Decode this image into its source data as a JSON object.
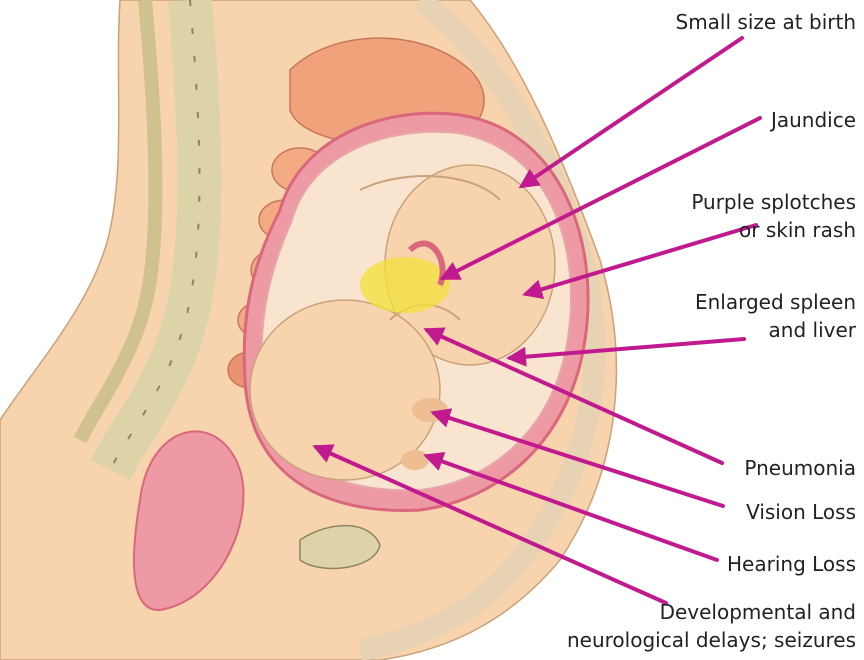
{
  "diagram": {
    "colors": {
      "arrow": "#c11a8e",
      "skin": "#f7d3ae",
      "skin_dark": "#eebd92",
      "uterus": "#ee9aa5",
      "uterus_dark": "#d9687c",
      "spine_bone": "#ddd3a8",
      "organ": "#f3a982",
      "highlight": "#f3e23a"
    },
    "labels": [
      {
        "id": "small-size",
        "lines": [
          "Small size at birth"
        ]
      },
      {
        "id": "jaundice",
        "lines": [
          "Jaundice"
        ]
      },
      {
        "id": "purple",
        "lines": [
          "Purple splotches",
          "or skin rash"
        ]
      },
      {
        "id": "spleen",
        "lines": [
          "Enlarged spleen",
          "and liver"
        ]
      },
      {
        "id": "pneumonia",
        "lines": [
          "Pneumonia"
        ]
      },
      {
        "id": "vision",
        "lines": [
          "Vision Loss"
        ]
      },
      {
        "id": "hearing",
        "lines": [
          "Hearing Loss"
        ]
      },
      {
        "id": "developmental",
        "lines": [
          "Developmental and",
          "neurological delays; seizures"
        ]
      }
    ]
  }
}
